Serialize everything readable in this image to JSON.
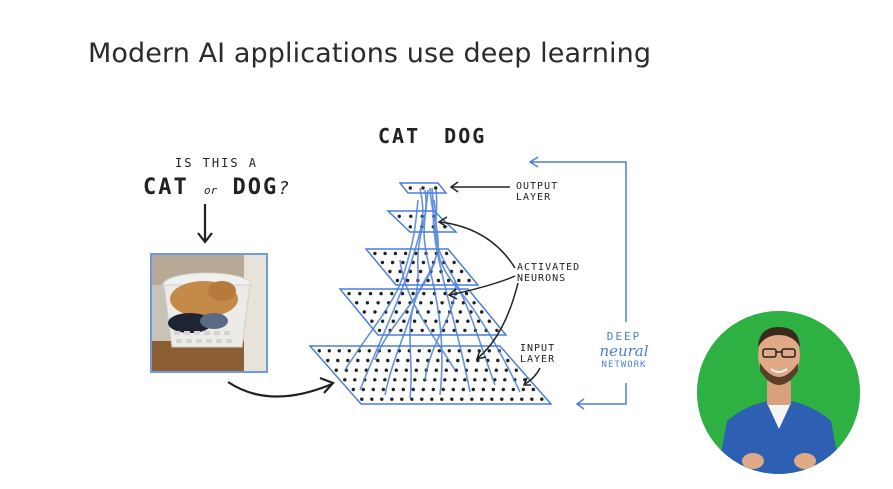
{
  "slide": {
    "title": "Modern AI applications use deep learning"
  },
  "question": {
    "line1": "IS THIS A",
    "cat": "CAT",
    "or": "or",
    "dog": "DOG",
    "qmark": "?"
  },
  "network": {
    "output_labels": "CAT  DOG",
    "output_layer_label": [
      "OUTPUT",
      "LAYER"
    ],
    "activated_label": [
      "ACTIVATED",
      "NEURONS"
    ],
    "input_layer_label": [
      "INPUT",
      "LAYER"
    ],
    "deep_neural_network": {
      "line1": "DEEP",
      "line2": "neural",
      "line3": "NETWORK"
    }
  },
  "icons": {
    "down_arrow": "down-arrow-icon",
    "curved_arrow": "curved-arrow-icon",
    "output_arrow": "left-arrow-icon",
    "feedback_loop": "loop-arrow-icon"
  },
  "colors": {
    "accent_blue": "#4a7fd8",
    "ink": "#222222",
    "presenter_bg": "#2fb043"
  }
}
